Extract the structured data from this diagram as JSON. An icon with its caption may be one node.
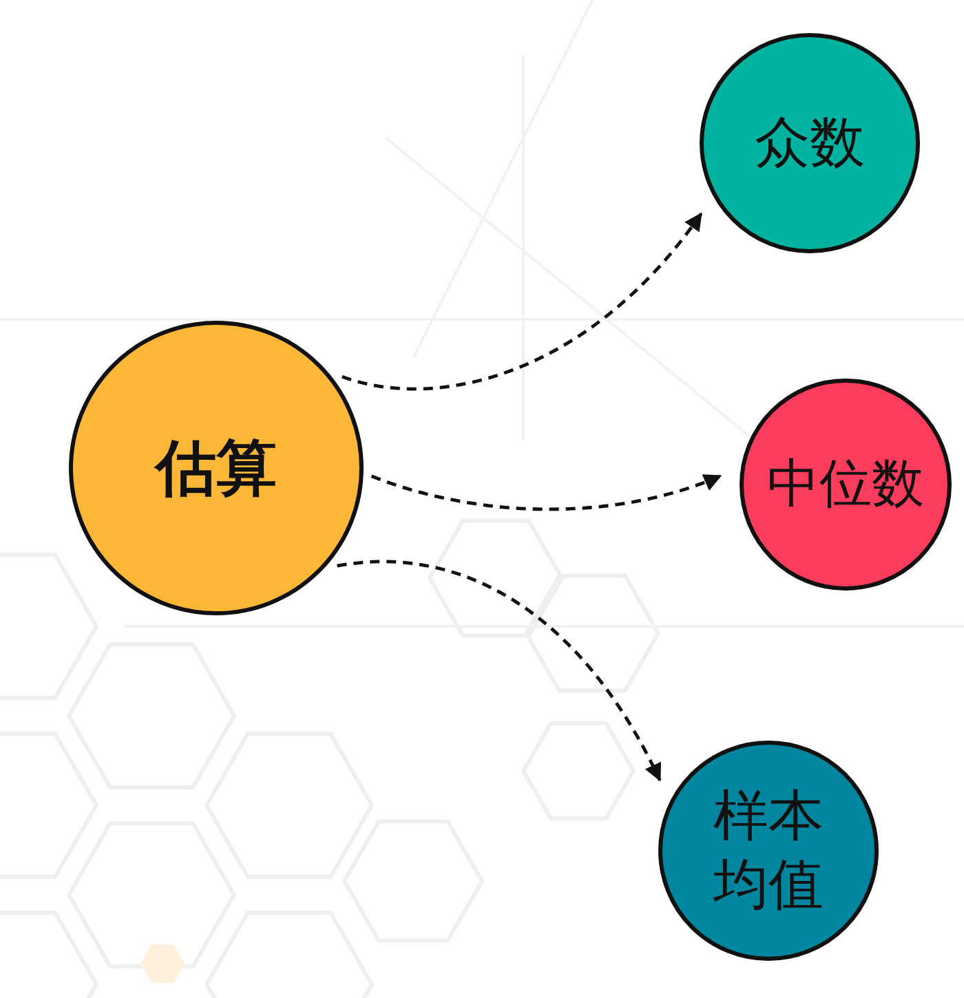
{
  "diagram": {
    "nodes": [
      {
        "text": [
          "估算"
        ]
      },
      {
        "text": [
          "众数"
        ]
      },
      {
        "text": [
          "中位数"
        ]
      },
      {
        "text": [
          "样本均值"
        ]
      }
    ],
    "edges": [
      {
        "from": 0,
        "to": 1,
        "arrow": "to",
        "style": "dashed"
      },
      {
        "from": 0,
        "to": 2,
        "arrow": "to",
        "style": "dashed"
      },
      {
        "from": 0,
        "to": 3,
        "arrow": "to",
        "style": "dashed"
      }
    ]
  }
}
